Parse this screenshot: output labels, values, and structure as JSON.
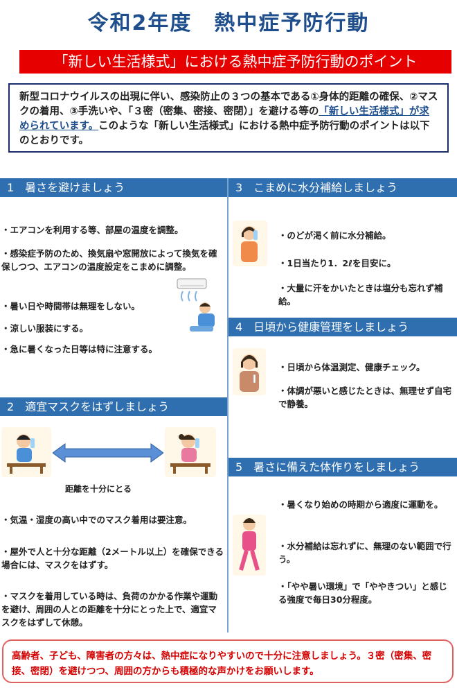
{
  "title": "令和2年度　熱中症予防行動",
  "banner": "「新しい生活様式」における熱中症予防行動のポイント",
  "intro": {
    "part1": "新型コロナウイルスの出現に伴い、感染防止の３つの基本である①身体的距離の確保、②マスクの着用、③手洗いや、「３密（密集、密接、密閉）」を避ける等の",
    "highlight": "「新しい生活様式」が求められています。",
    "part2": "このような「新しい生活様式」における熱中症予防行動のポイントは以下のとおりです。"
  },
  "sections": {
    "s1": {
      "heading": "1　暑さを避けましょう",
      "items": [
        "・エアコンを利用する等、部屋の温度を調整。",
        "・感染症予防のため、換気扇や窓開放によって換気を確保しつつ、エアコンの温度設定をこまめに調整。",
        "・暑い日や時間帯は無理をしない。",
        "・涼しい服装にする。",
        "・急に暑くなった日等は特に注意する。"
      ]
    },
    "s2": {
      "heading": "2　適宜マスクをはずしましょう",
      "caption": "距離を十分にとる",
      "items": [
        "・気温・湿度の高い中でのマスク着用は要注意。",
        "・屋外で人と十分な距離（2メートル以上）を確保できる場合には、マスクをはずす。",
        "・マスクを着用している時は、負荷のかかる作業や運動を避け、周囲の人との距離を十分にとった上で、適宜マスクをはずして休憩。"
      ]
    },
    "s3": {
      "heading": "3　こまめに水分補給しましょう",
      "items": [
        "・のどが渇く前に水分補給。",
        "・1日当たり1．2ℓを目安に。",
        "・大量に汗をかいたときは塩分も忘れず補給。"
      ]
    },
    "s4": {
      "heading": "4　日頃から健康管理をしましょう",
      "items": [
        "・日頃から体温測定、健康チェック。",
        "・体調が悪いと感じたときは、無理せず自宅で静養。"
      ]
    },
    "s5": {
      "heading": "5　暑さに備えた体作りをしましょう",
      "items": [
        "・暑くなり始めの時期から適度に運動を。",
        "・水分補給は忘れずに、無理のない範囲で行う。",
        "・「やや暑い環境」で「ややきつい」と感じる強度で毎日30分程度。"
      ]
    }
  },
  "footer": "高齢者、子ども、障害者の方々は、熱中症になりやすいので十分に注意しましょう。３密（密集、密接、密閉）を避けつつ、周囲の方からも積極的な声かけをお願いします。",
  "colors": {
    "title": "#1f4e8c",
    "banner": "#e60000",
    "section_header": "#2f6fb0",
    "footer_text": "#d40000"
  }
}
